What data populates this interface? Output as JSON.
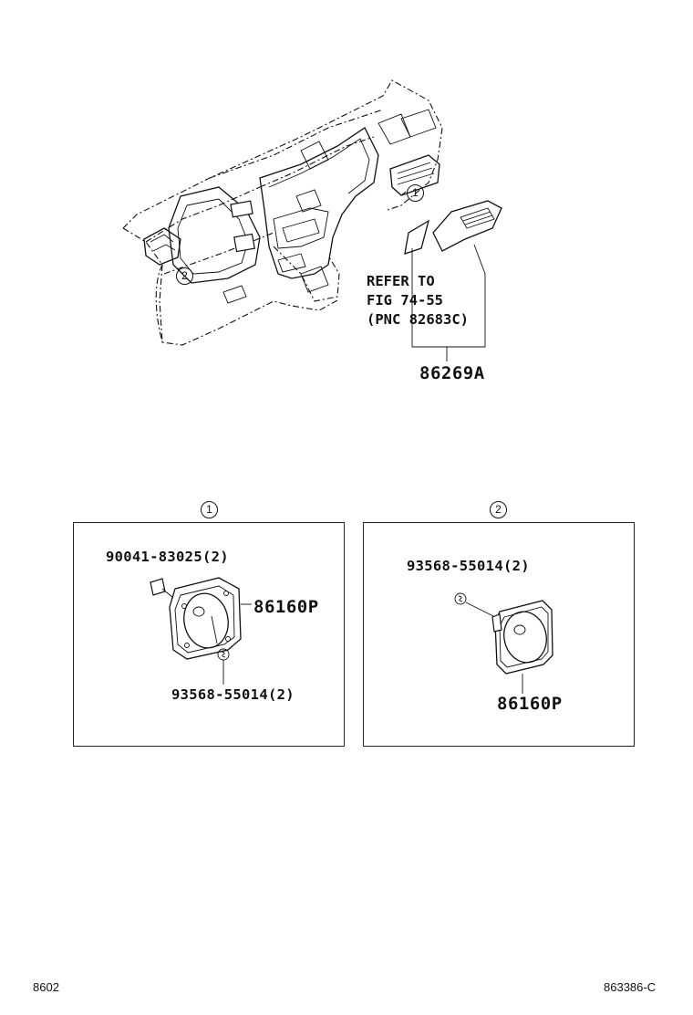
{
  "top": {
    "refer_lines": [
      "REFER TO",
      "FIG 74-55",
      "(PNC 82683C)"
    ],
    "part_86269A": "86269A",
    "callout_1": "1",
    "callout_2": "2"
  },
  "panel_1": {
    "marker": "1",
    "part_bolt": "90041-83025(2)",
    "part_speaker": "86160P",
    "part_screw": "93568-55014(2)"
  },
  "panel_2": {
    "marker": "2",
    "part_screw": "93568-55014(2)",
    "part_speaker": "86160P"
  },
  "footer": {
    "left_code": "8602",
    "right_code": "863386-C"
  }
}
